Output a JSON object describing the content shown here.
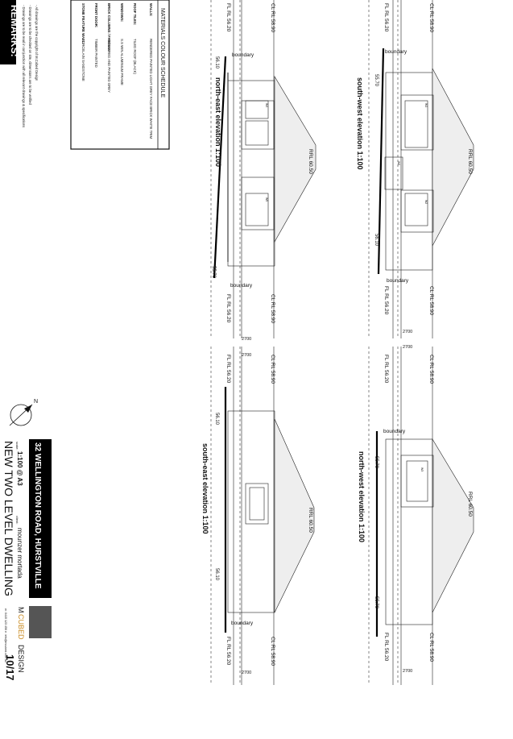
{
  "remarks": {
    "title": "REMARKS:",
    "notes": [
      "- Drawings are to be read in conjunction with all relevant drawings & specifications",
      "- Drawings are to be checked on site, dimensions are to be verified",
      "- All drawings are the copyright of M.Cubed Design"
    ]
  },
  "materials": {
    "title": "MATERIALS COLOUR SCHEDULE",
    "rows": [
      {
        "label": "WALLS:",
        "value": "RENDERED PAINTED LIGHT GREY FACE BRICK WHITE TRIM"
      },
      {
        "label": "ROOF TILES:",
        "value": "TILED ROOF (BLACK)"
      },
      {
        "label": "WINDOWS:",
        "value": "S.S WIN ALUMINIUM FRAME"
      },
      {
        "label": "BRICK COLUMNS / FASCIAS:",
        "value": "RENDERED AND PAINTED GREY"
      },
      {
        "label": "FRONT DOOR:",
        "value": "TIMBER PAINTED"
      },
      {
        "label": "STONE FEATURE WALL:",
        "value": "PORCELAIN SANDSTONE"
      }
    ]
  },
  "elevations": [
    {
      "title": "north-east elevation  1:100",
      "ridge": "RRL 60.50",
      "ceiling": "CL RL 58.90",
      "floor": "FL RL 56.20",
      "ground_left": "56.10",
      "ground_right": "55.70",
      "boundary": "boundary",
      "width": "2700"
    },
    {
      "title": "south-west elevation  1:100",
      "ridge": "RRL 60.50",
      "ceiling": "CL RL 58.90",
      "floor": "FL RL 56.20",
      "ground_left": "55.70",
      "ground_right": "56.10",
      "boundary": "boundary",
      "width": "2700"
    },
    {
      "title": "south-east elevation  1:100",
      "ridge": "RRL 60.50",
      "ceiling": "CL RL 58.90",
      "floor": "FL RL 56.20",
      "ground_left": "56.10",
      "ground_right": "56.10",
      "boundary": "boundary",
      "width": "2700"
    },
    {
      "title": "north-west elevation  1:100",
      "ridge": "RRL 60.50",
      "ceiling": "CL RL 58.90",
      "floor": "FL RL 56.20",
      "ground_left": "55.70",
      "ground_right": "55.70",
      "boundary": "boundary",
      "width": "2700"
    }
  ],
  "windows": {
    "w1": "W1",
    "w2": "W2",
    "w3": "W3",
    "w4": "W4",
    "w5": "W5",
    "w6": "W6"
  },
  "titleblock": {
    "address": "32 WELLINGTON ROAD, HURSTVILLE",
    "project": "NEW TWO LEVEL DWELLING",
    "scale_label": "scale:",
    "scale": "1:100 @ A3",
    "client_label": "client:",
    "client": "mounzer mortada",
    "firm_left": "M",
    "firm_mid": "CUBED",
    "firm_right": "DESIGN",
    "contact": "m: 0415 123 456 e: info@mcubed.com.au",
    "sheet": "10/17",
    "north": "N"
  }
}
